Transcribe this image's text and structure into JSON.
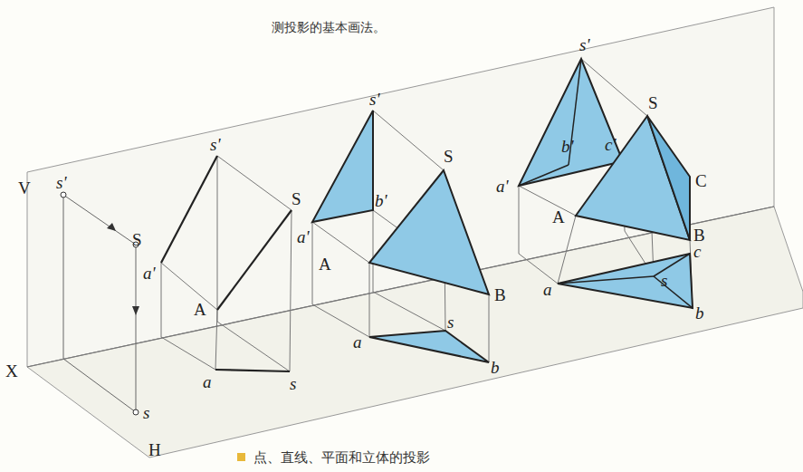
{
  "diagram": {
    "caption": "点、直线、平面和立体的投影",
    "labels": [
      "测投影的基本画法。",
      "V",
      "s'",
      "S",
      "s",
      "X",
      "H",
      "s'",
      "S",
      "a'",
      "A",
      "a",
      "s",
      "s'",
      "S",
      "a'",
      "b'",
      "A",
      "B",
      "a",
      "s",
      "b",
      "s'",
      "S",
      "a'",
      "b'",
      "c'",
      "C",
      "A",
      "B",
      "a",
      "s",
      "c",
      "b"
    ]
  }
}
